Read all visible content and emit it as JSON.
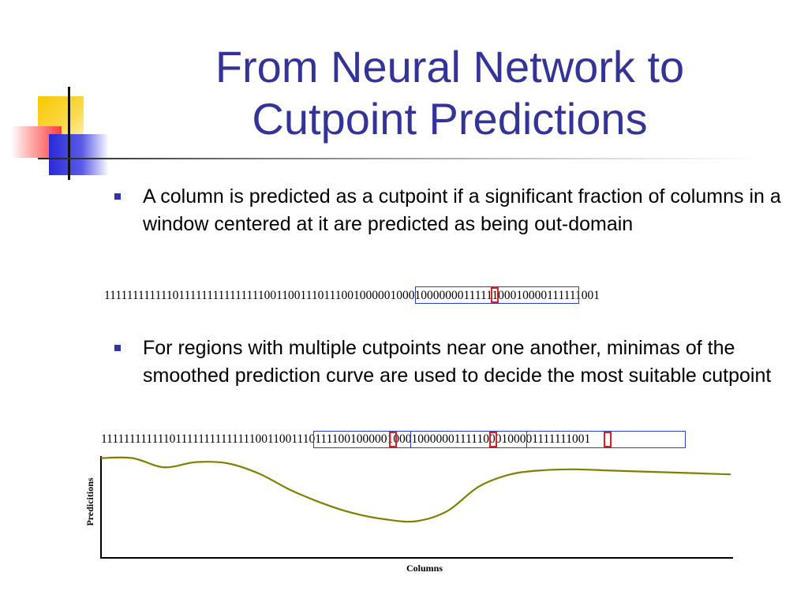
{
  "slide": {
    "title_line1": "From Neural Network to",
    "title_line2": "Cutpoint Predictions",
    "bullet1": "A column is predicted as a cutpoint if a significant fraction of columns in a window centered at it are predicted as being out-domain",
    "bits1": "111111111111011111111111111100110011101110010000010001000000011111100010000111111001",
    "bullet2": "For regions with multiple cutpoints near one another, minimas of the smoothed prediction curve are used to decide the most suitable cutpoint",
    "bits2": "11111111111101111111111111100110011101111001000001000100000011111000100001111111001"
  },
  "chart_data": {
    "type": "line",
    "xlabel": "Columns",
    "ylabel": "Predicitions",
    "grid": false,
    "ylim": [
      0,
      1
    ],
    "series": [
      {
        "color": "#808000",
        "x": [
          0,
          5,
          10,
          15,
          20,
          25,
          30,
          35,
          40,
          45,
          50,
          55,
          60,
          65,
          70,
          75,
          80,
          85,
          90,
          95,
          100
        ],
        "values": [
          0.98,
          0.98,
          0.89,
          0.94,
          0.93,
          0.83,
          0.67,
          0.54,
          0.44,
          0.38,
          0.36,
          0.46,
          0.7,
          0.82,
          0.86,
          0.87,
          0.86,
          0.85,
          0.84,
          0.83,
          0.82
        ]
      }
    ]
  }
}
